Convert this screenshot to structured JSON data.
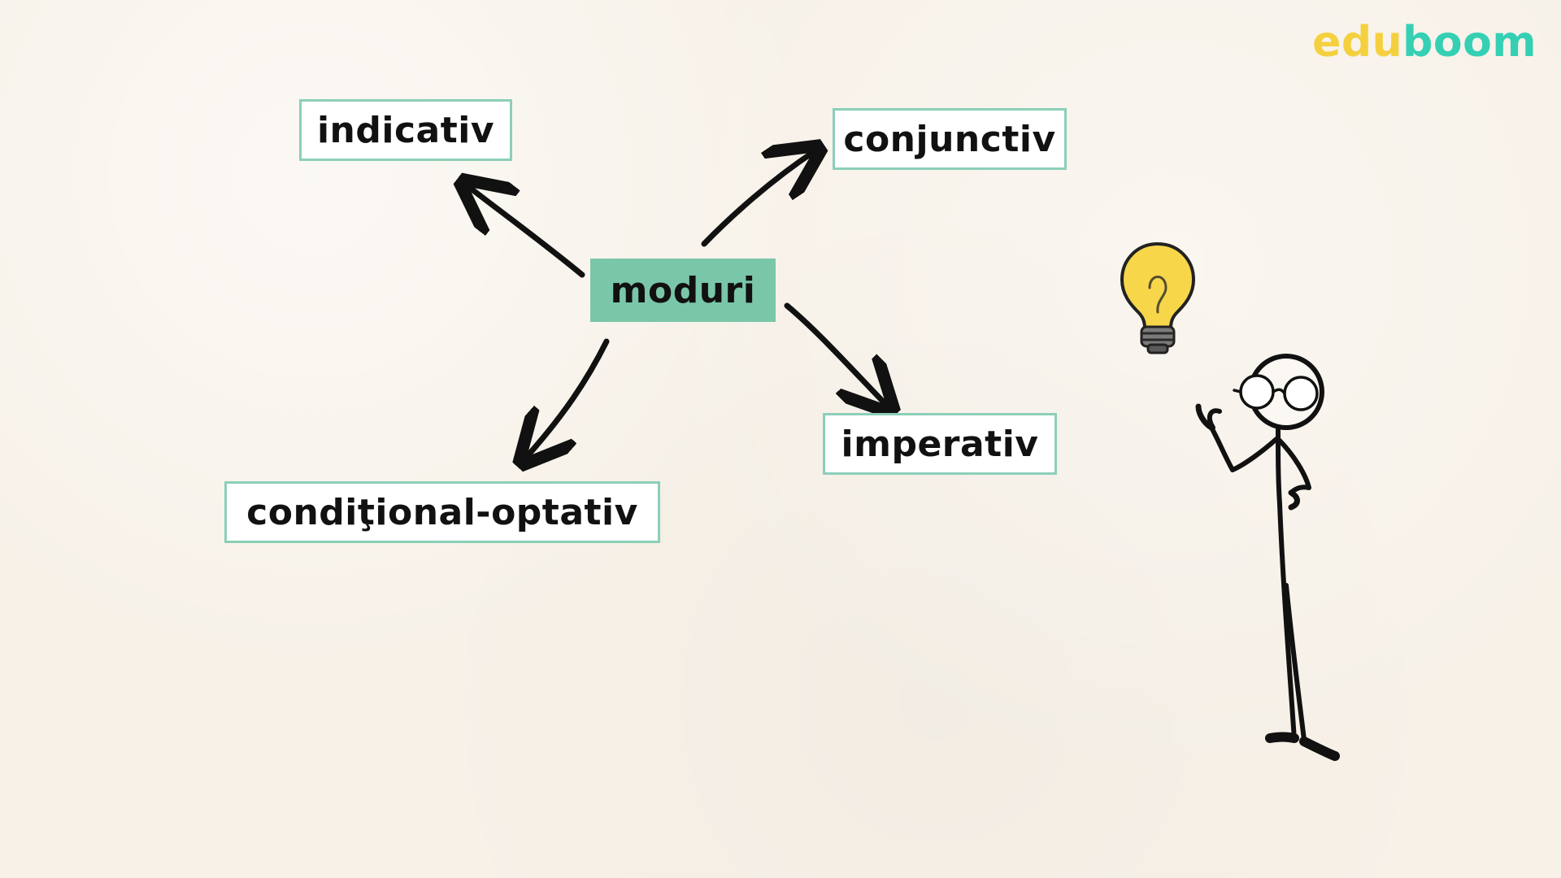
{
  "branding": {
    "logo_part1": "edu",
    "logo_part2": "boom",
    "color_part1": "#f4d03f",
    "color_part2": "#35d0b4"
  },
  "diagram": {
    "center": {
      "label": "moduri"
    },
    "nodes": [
      {
        "id": "indicativ",
        "label": "indicativ"
      },
      {
        "id": "conjunctiv",
        "label": "conjunctiv"
      },
      {
        "id": "imperativ",
        "label": "imperativ"
      },
      {
        "id": "conditional",
        "label": "condiţional-optativ"
      }
    ]
  },
  "illustration": {
    "figure": "stick-figure-with-glasses",
    "icon": "lightbulb-icon"
  }
}
